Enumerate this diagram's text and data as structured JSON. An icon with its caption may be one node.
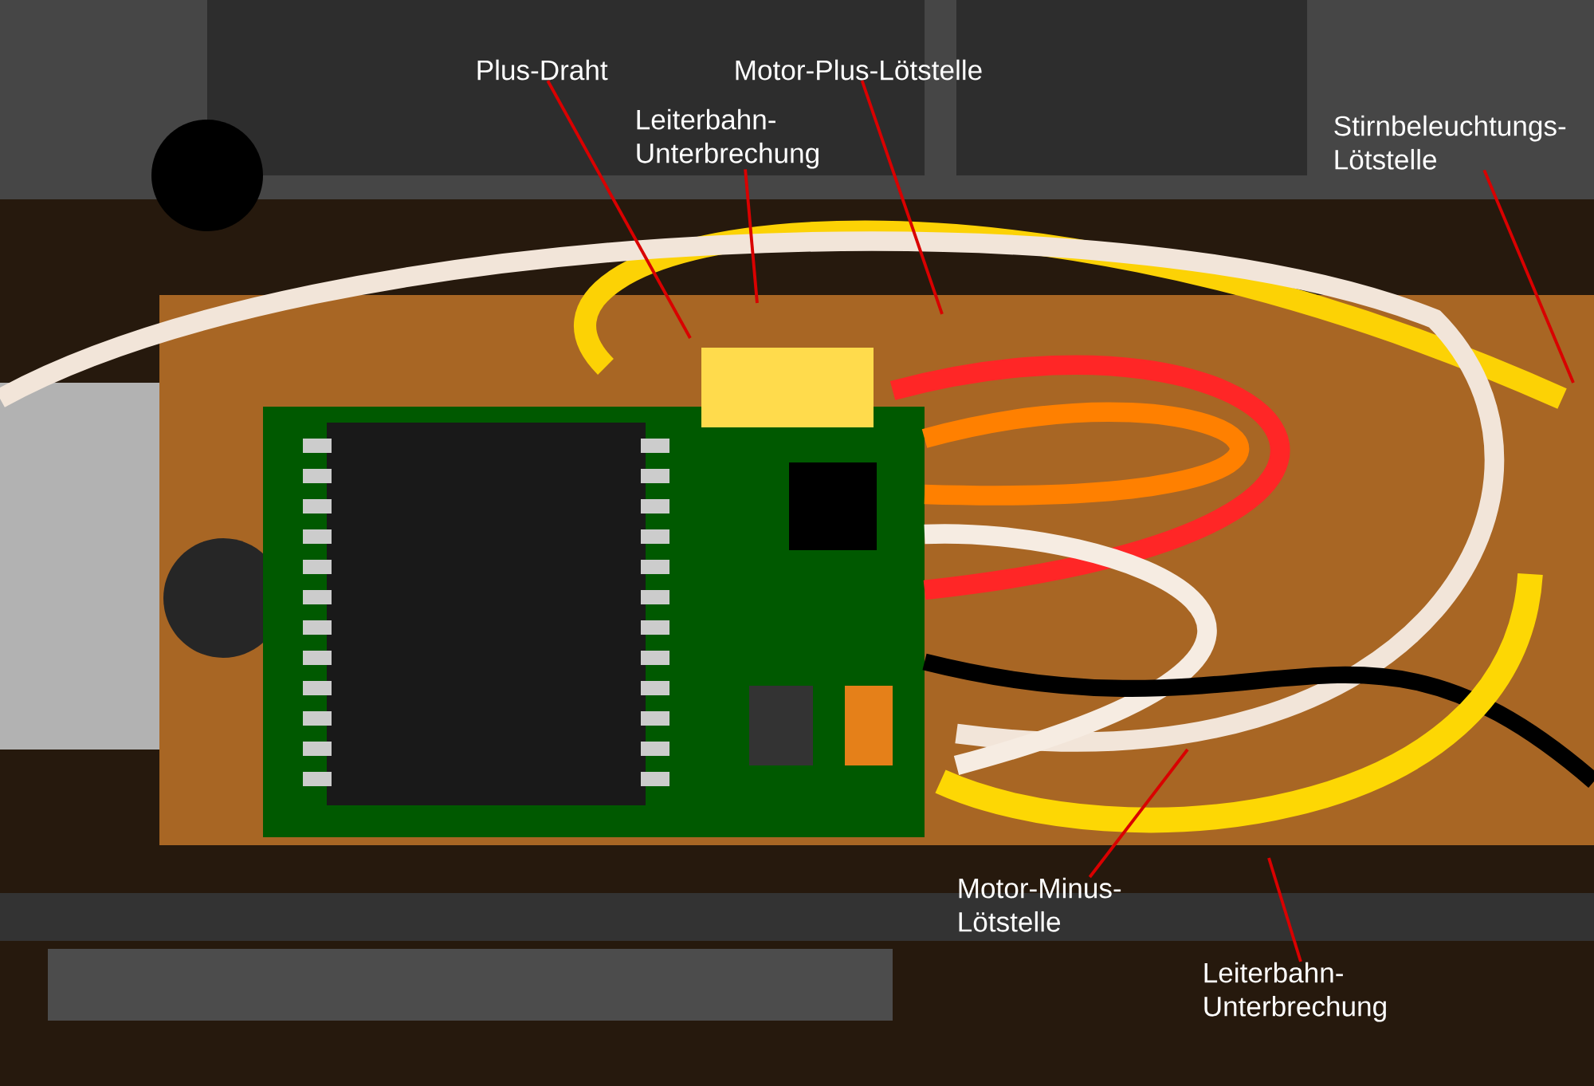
{
  "diagram": {
    "nodes": [
      {
        "text": [
          "Plus-Draht"
        ]
      },
      {
        "text": [
          "Leiterbahn- Unterbrechung"
        ]
      },
      {
        "text": [
          "Motor-Plus-Lötstelle"
        ]
      },
      {
        "text": [
          "Stirnbeleuchtungs- Lötstelle"
        ]
      },
      {
        "text": [
          "Motor-Minus- Lötstelle"
        ]
      },
      {
        "text": [
          "Leiterbahn- Unterbrechung"
        ]
      }
    ],
    "edges": [
      {
        "from": 0,
        "to": null,
        "arrow": "none"
      },
      {
        "from": 1,
        "to": null,
        "arrow": "none"
      },
      {
        "from": 2,
        "to": null,
        "arrow": "none"
      },
      {
        "from": 3,
        "to": null,
        "arrow": "none"
      },
      {
        "from": 4,
        "to": null,
        "arrow": "none"
      },
      {
        "from": 5,
        "to": null,
        "arrow": "none"
      }
    ]
  }
}
